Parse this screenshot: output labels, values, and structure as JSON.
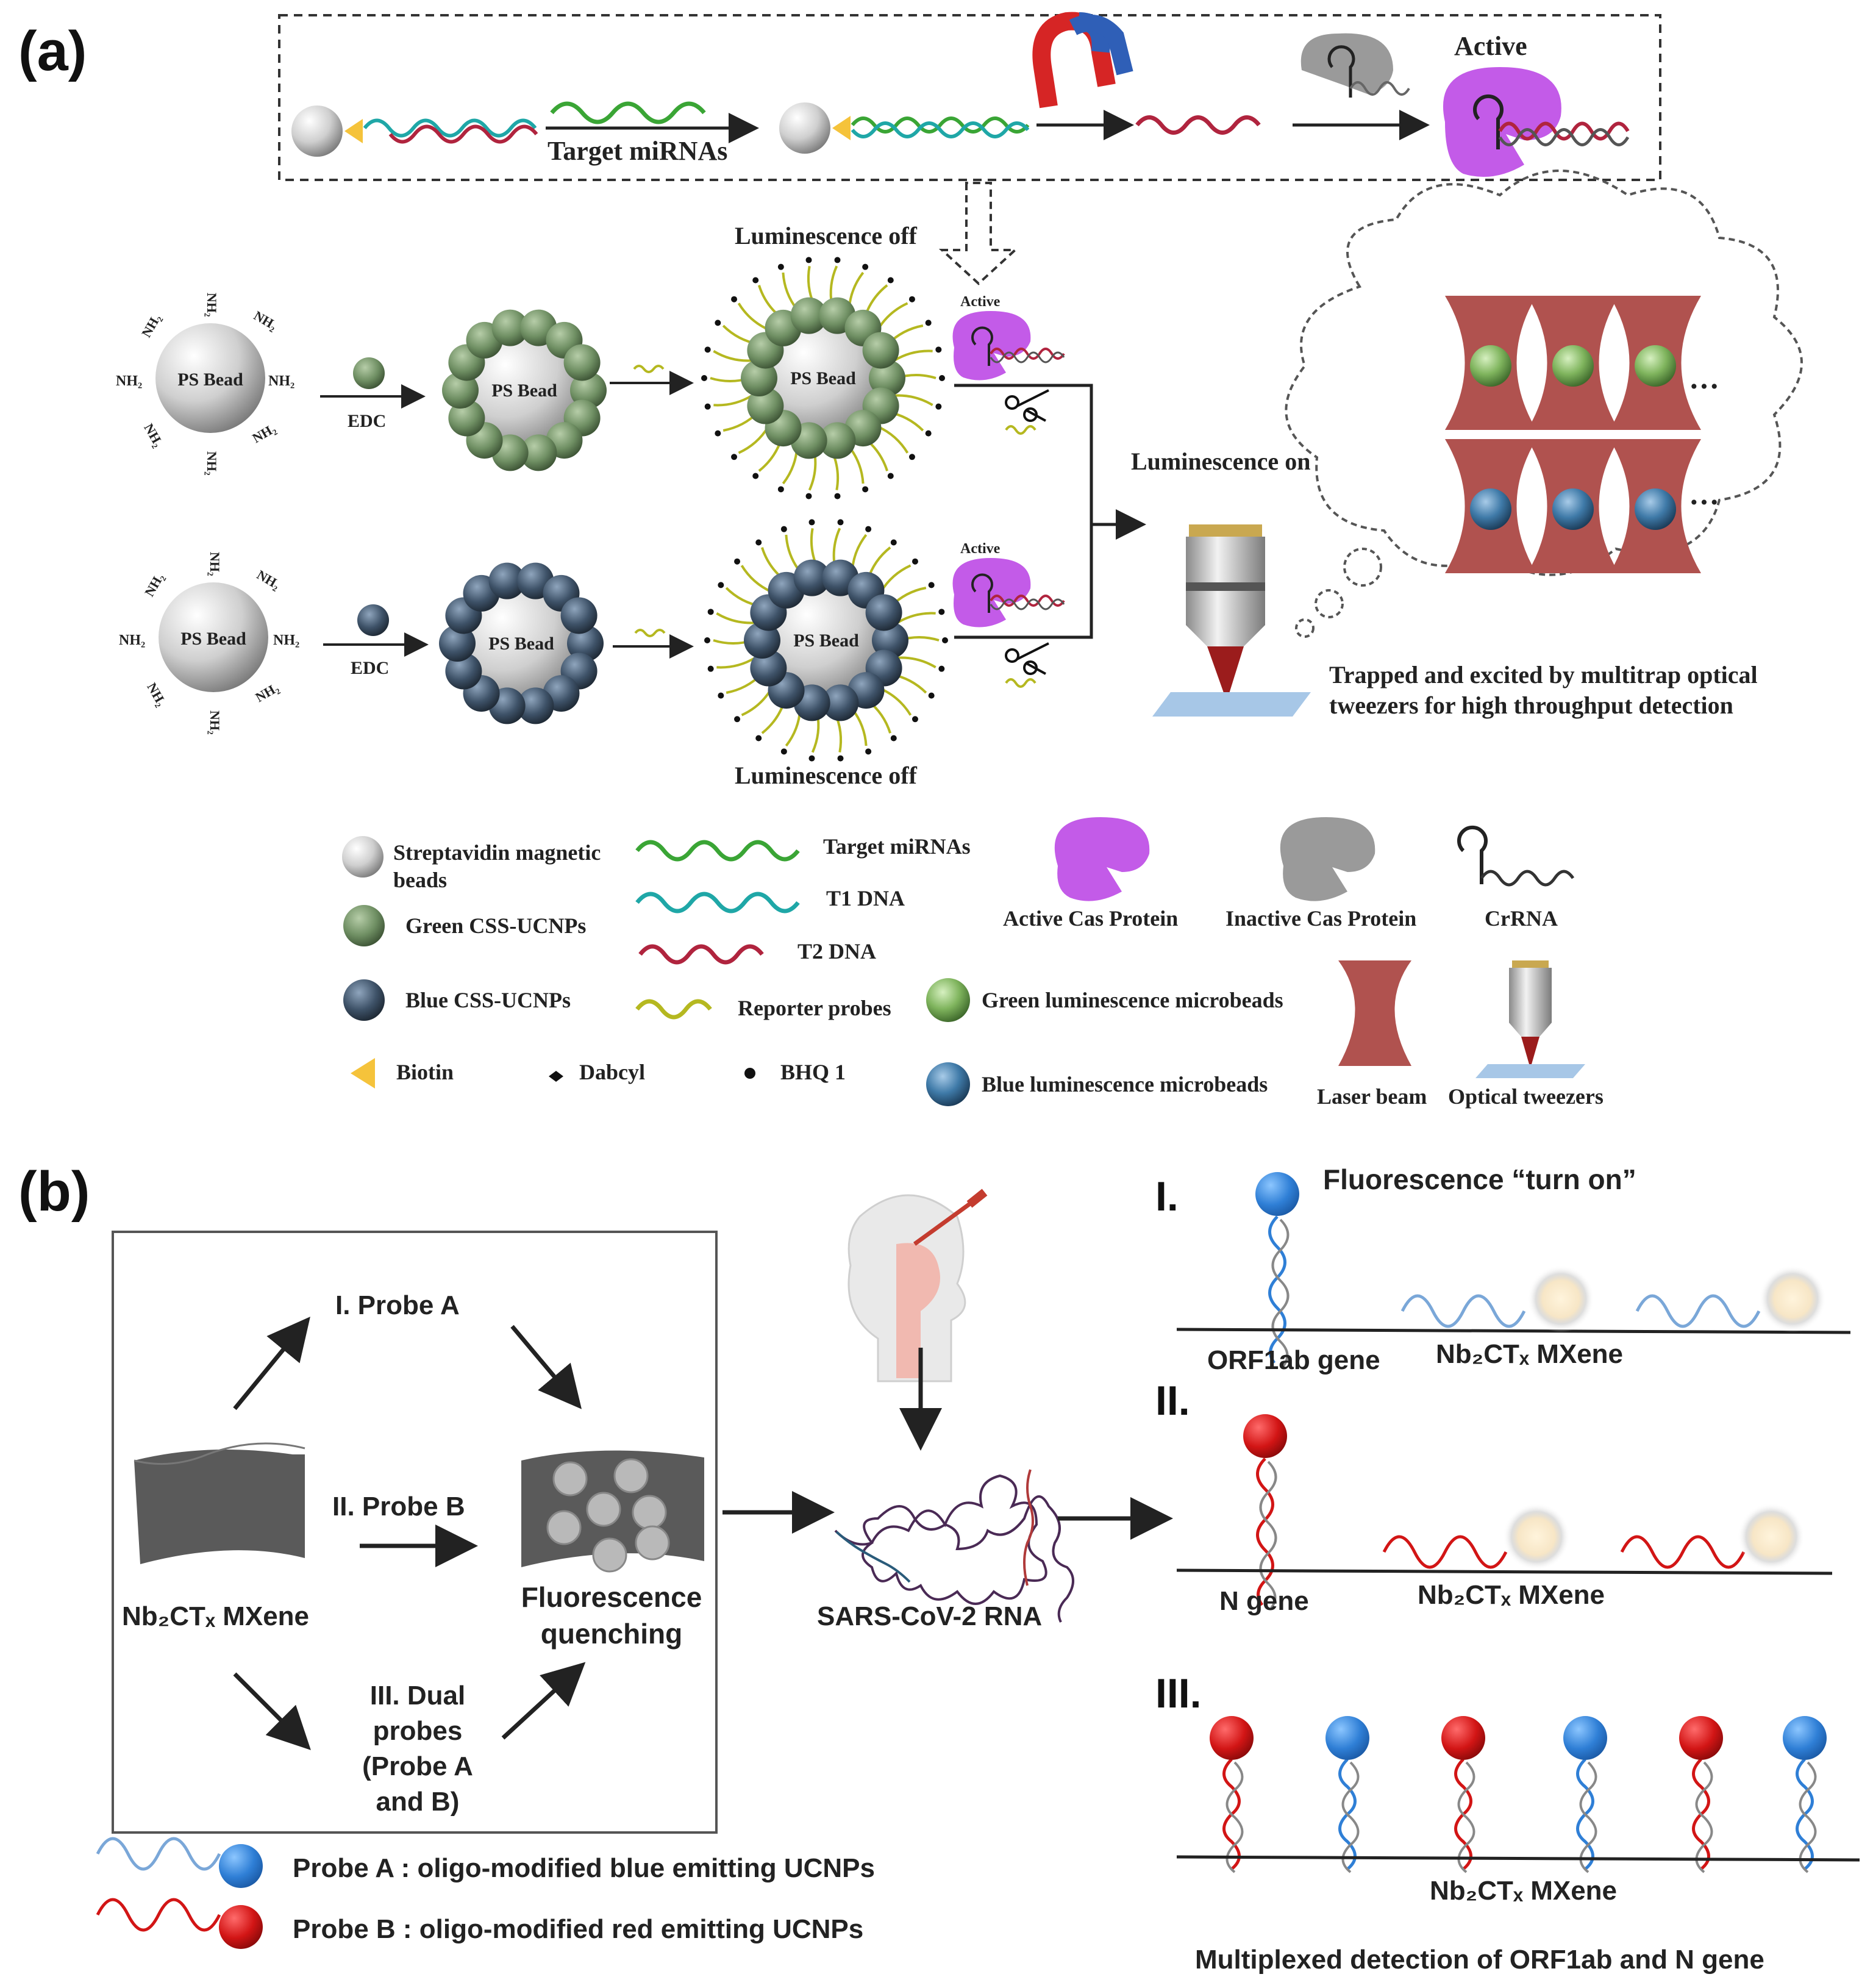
{
  "panels": {
    "a": "(a)",
    "b": "(b)"
  },
  "a": {
    "top": {
      "target": "Target miRNAs",
      "active": "Active"
    },
    "off_top": "Luminescence off",
    "off_bottom": "Luminescence off",
    "bead": "PS Bead",
    "edc": "EDC",
    "nh2": "NH₂",
    "active_small": "Active",
    "lum_on": "Luminescence on",
    "trapped_1": "Trapped and excited by multitrap optical",
    "trapped_2": "tweezers for high throughput detection",
    "ellipsis": "···",
    "legend": {
      "streptavidin_1": "Streptavidin  magnetic",
      "streptavidin_2": "beads",
      "green_css": "Green CSS-UCNPs",
      "blue_css": "Blue CSS-UCNPs",
      "biotin": "Biotin",
      "target": "Target miRNAs",
      "t1": "T1 DNA",
      "t2": "T2 DNA",
      "reporter": "Reporter probes",
      "dabcyl": "Dabcyl",
      "bhq": "BHQ 1",
      "active_cas": "Active Cas Protein",
      "inactive_cas": "Inactive Cas Protein",
      "crrna": "CrRNA",
      "green_micro": "Green luminescence microbeads",
      "blue_micro": "Blue luminescence microbeads",
      "laser": "Laser beam",
      "tweezers": "Optical tweezers"
    }
  },
  "b": {
    "probe_a": "I. Probe A",
    "probe_b": "II. Probe B",
    "dual": [
      "III. Dual",
      "probes",
      "(Probe A",
      "and B)"
    ],
    "mxene": "Nb₂CTₓ MXene",
    "quench_1": "Fluorescence",
    "quench_2": "quenching",
    "sars": "SARS-CoV-2  RNA",
    "legend_a": "Probe A : oligo-modified blue emitting UCNPs",
    "legend_b": "Probe B : oligo-modified red emitting UCNPs",
    "roman": [
      "I.",
      "II.",
      "III."
    ],
    "turn_on": "Fluorescence “turn on”",
    "orf": "ORF1ab gene",
    "ngene": "N gene",
    "multiplex": "Multiplexed detection of ORF1ab and N gene"
  },
  "colors": {
    "green_ucnp": "#6f8f63",
    "blue_ucnp": "#3e5268",
    "cas_active": "#c35be8",
    "cas_inactive": "#9a9a9a",
    "laser": "#b0524f",
    "probe_blue": "#2f7fd6",
    "probe_red": "#d21515",
    "strand_green": "#3aa535",
    "strand_teal": "#1fa7a7",
    "strand_red": "#b0243e",
    "reporter": "#b5b820"
  }
}
